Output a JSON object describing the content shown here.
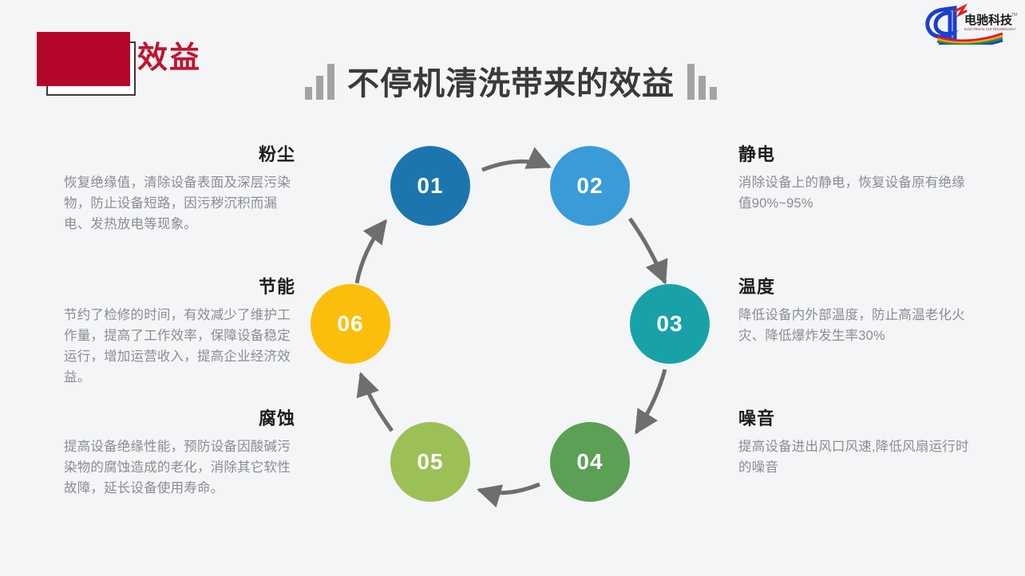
{
  "header": {
    "section_label": "效益",
    "main_title": "不停机清洗带来的效益",
    "left_decor_icon": "bar-chart-ascending-icon",
    "right_decor_icon": "bar-chart-descending-icon"
  },
  "logo": {
    "name_cn": "电驰科技",
    "name_en": "ELECTRICAL CHI TECHNOLOGY",
    "trademark": "TM"
  },
  "colors": {
    "background": "#f4f5f7",
    "badge_red": "#b5062c",
    "label_red": "#c0142f",
    "title_gray": "#3a3a3a",
    "body_gray": "#8a8d91",
    "arrow_gray": "#6e6e6e",
    "step_01": "#1c76ad",
    "step_02": "#3a9bd9",
    "step_03": "#18a2a8",
    "step_04": "#5ba055",
    "step_05": "#9cc056",
    "step_06": "#fcbe0d"
  },
  "diagram": {
    "type": "cycle",
    "steps": [
      {
        "number": "01",
        "color": "#1c76ad",
        "heading": "粉尘",
        "body": "恢复绝缘值，清除设备表面及深层污染物，防止设备短路，因污秽沉积而漏电、发热放电等现象。",
        "side": "left"
      },
      {
        "number": "02",
        "color": "#3a9bd9",
        "heading": "静电",
        "body": "消除设备上的静电，恢复设备原有绝缘值90%~95%",
        "side": "right"
      },
      {
        "number": "03",
        "color": "#18a2a8",
        "heading": "温度",
        "body": "降低设备内外部温度，防止高温老化火灾、降低爆炸发生率30%",
        "side": "right"
      },
      {
        "number": "04",
        "color": "#5ba055",
        "heading": "噪音",
        "body": "提高设备进出风口风速,降低风扇运行时的噪音",
        "side": "right"
      },
      {
        "number": "05",
        "color": "#9cc056",
        "heading": "腐蚀",
        "body": "提高设备绝缘性能，预防设备因酸碱污染物的腐蚀造成的老化，消除其它软性故障，延长设备使用寿命。",
        "side": "left"
      },
      {
        "number": "06",
        "color": "#fcbe0d",
        "heading": "节能",
        "body": "节约了检修的时间，有效减少了维护工作量，提高了工作效率，保障设备稳定运行，增加运营收入，提高企业经济效益。",
        "side": "left"
      }
    ]
  }
}
